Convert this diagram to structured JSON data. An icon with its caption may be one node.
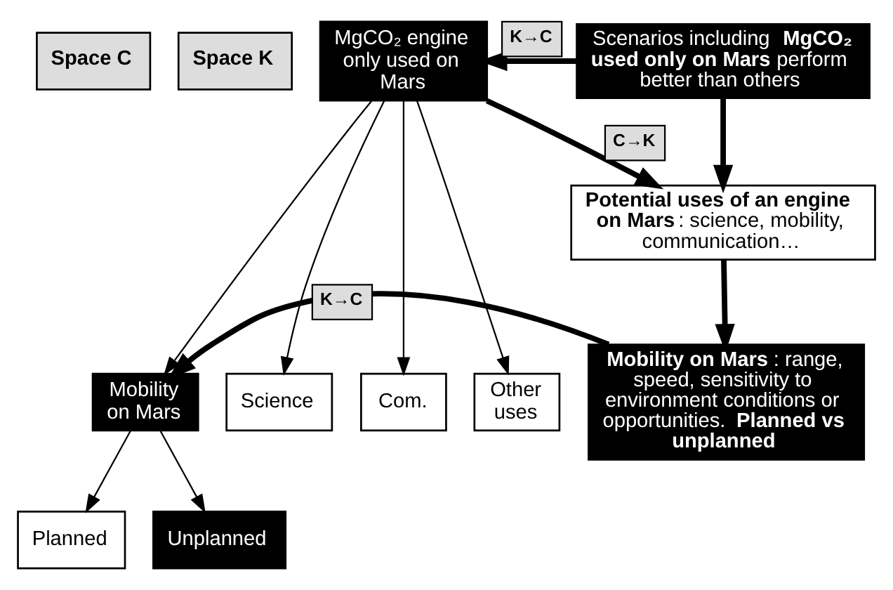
{
  "diagram": {
    "nodes": [
      {
        "text": [
          "Space C"
        ]
      },
      {
        "text": [
          "Space K"
        ]
      },
      {
        "text": [
          "MgCO₂ engine only used on Mars"
        ]
      },
      {
        "text": [
          "Scenarios including **MgCO₂ used only on Mars** perform better than others"
        ]
      },
      {
        "text": [
          "**Potential uses of an engine on Mars**: science, mobility, communication…"
        ]
      },
      {
        "text": [
          "Mobility on Mars"
        ]
      },
      {
        "text": [
          "Science"
        ]
      },
      {
        "text": [
          "Com."
        ]
      },
      {
        "text": [
          "Other uses"
        ]
      },
      {
        "text": [
          "**Mobility on Mars**: range, speed, sensitivity to environment conditions or opportunities. **Planned vs unplanned**"
        ]
      },
      {
        "text": [
          "Planned"
        ]
      },
      {
        "text": [
          "Unplanned"
        ]
      }
    ],
    "edges": [
      {
        "from": 3,
        "to": 2,
        "arrow": "to",
        "label": "K→C",
        "style": "thick"
      },
      {
        "from": 2,
        "to": 4,
        "arrow": "to",
        "label": "C→K",
        "style": "thick"
      },
      {
        "from": 3,
        "to": 4,
        "arrow": "to",
        "style": "thick"
      },
      {
        "from": 2,
        "to": 5,
        "arrow": "to"
      },
      {
        "from": 2,
        "to": 6,
        "arrow": "to"
      },
      {
        "from": 2,
        "to": 7,
        "arrow": "to"
      },
      {
        "from": 2,
        "to": 8,
        "arrow": "to"
      },
      {
        "from": 4,
        "to": 9,
        "arrow": "to",
        "style": "thick"
      },
      {
        "from": 9,
        "to": 5,
        "arrow": "to",
        "label": "K→C",
        "style": "thick"
      },
      {
        "from": 5,
        "to": 10,
        "arrow": "to"
      },
      {
        "from": 5,
        "to": 11,
        "arrow": "to"
      }
    ]
  }
}
